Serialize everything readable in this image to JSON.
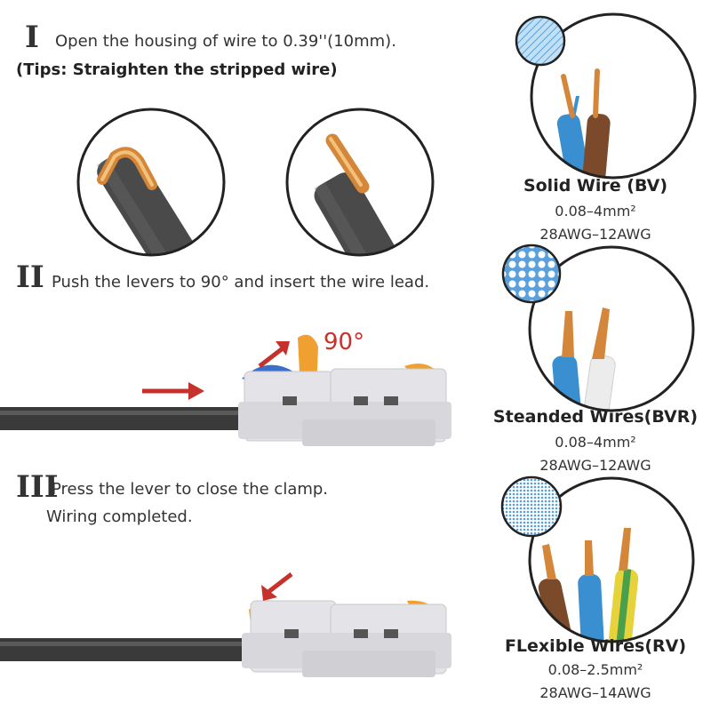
{
  "steps": [
    {
      "numeral": "I",
      "text": "Open the housing of wire to 0.39''(10mm).",
      "tip": "(Tips: Straighten the stripped wire)"
    },
    {
      "numeral": "II",
      "text": "Push the levers to 90° and insert the wire lead.",
      "angle_label": "90°"
    },
    {
      "numeral": "III",
      "text": "Press the lever to close the clamp.",
      "text2": "Wiring completed."
    }
  ],
  "wire_types": [
    {
      "name": "Solid Wire (BV)",
      "section": "0.08–4mm²",
      "gauge": "28AWG–12AWG"
    },
    {
      "name": "Steanded Wires(BVR)",
      "section": "0.08–4mm²",
      "gauge": "28AWG–12AWG"
    },
    {
      "name": "FLexible Wires(RV)",
      "section": "0.08–2.5mm²",
      "gauge": "28AWG–14AWG"
    }
  ],
  "colors": {
    "arrow": "#c7312b",
    "cable": "#3a3a3a",
    "copper": "#d4873a",
    "housing": "#e4e4e8",
    "lever": "#f0a030",
    "blue_wire": "#3a8fd0",
    "brown_wire": "#7a4a2a",
    "pattern_blue": "#5aa0dc"
  }
}
